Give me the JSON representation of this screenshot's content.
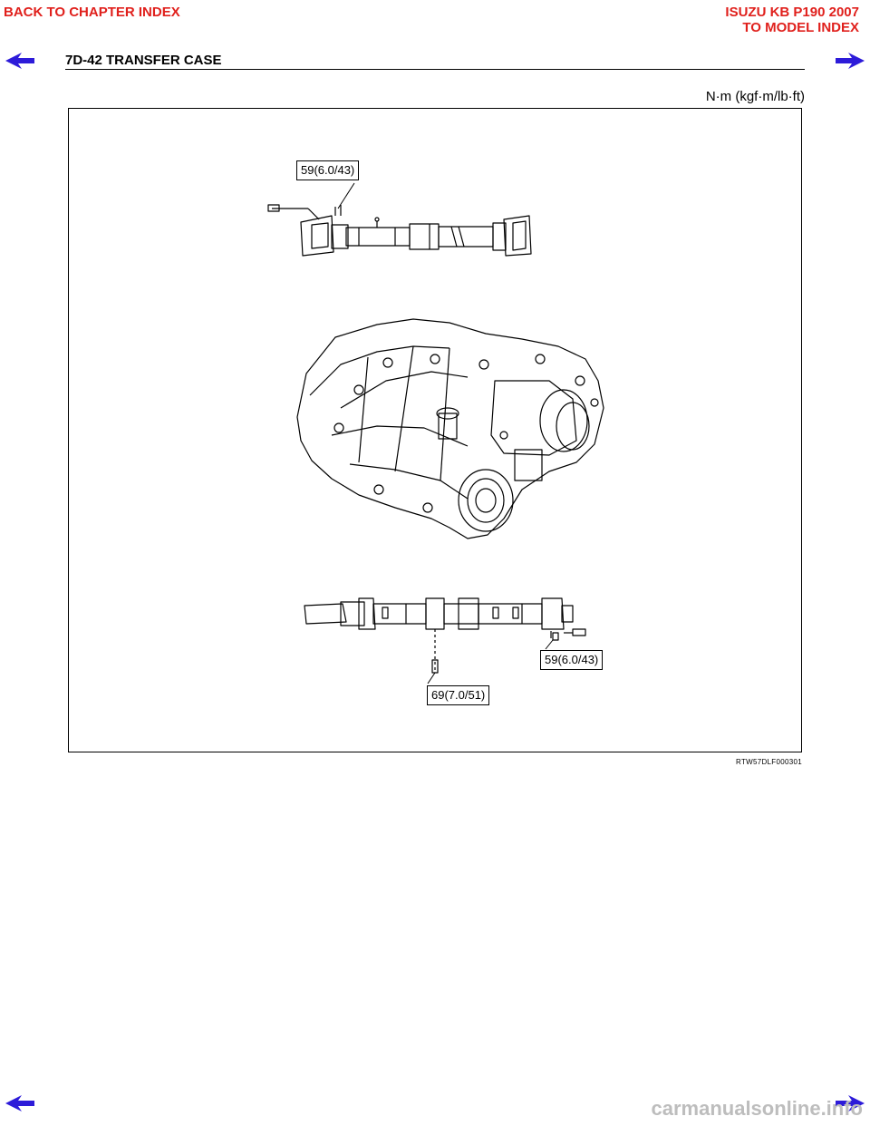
{
  "nav": {
    "back_chapter": "BACK TO CHAPTER INDEX",
    "model_title": "ISUZU KB P190 2007",
    "to_model_index": "TO MODEL INDEX",
    "link_color": "#e0201c",
    "arrow_color": "#2d1bd9"
  },
  "header": {
    "section_title": "7D-42  TRANSFER CASE"
  },
  "figure": {
    "units": "N·m (kgf·m/lb·ft)",
    "callouts": {
      "rear_shaft_upper": "59(6.0/43)",
      "front_shaft_right": "59(6.0/43)",
      "front_shaft_center": "69(7.0/51)"
    },
    "figure_code": "RTW57DLF000301"
  },
  "watermark": {
    "text": "carmanualsonline.info"
  }
}
